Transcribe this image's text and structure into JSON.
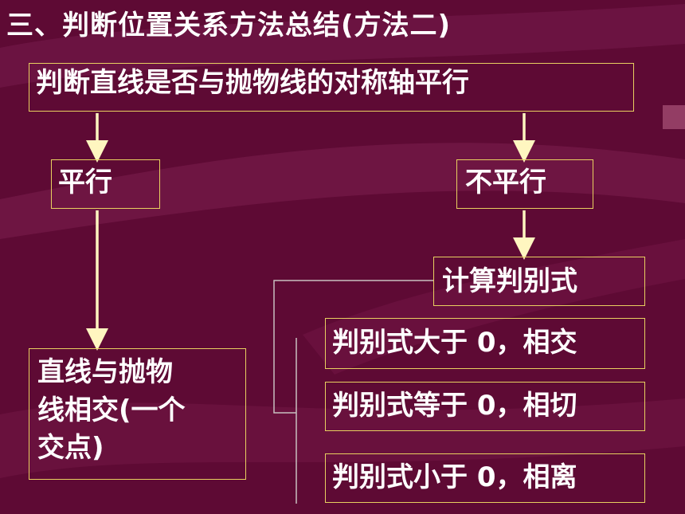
{
  "title": "三、判断位置关系方法总结(方法二)",
  "nodes": {
    "top": "判断直线是否与抛物线的对称轴平行",
    "parallel": "平行",
    "not_parallel": "不平行",
    "discriminant": "计算判别式",
    "gt0": "判别式大于 0，相交",
    "eq0": "判别式等于 0，相切",
    "lt0": "判别式小于 0，相离",
    "one_point": [
      "直线与抛物",
      "线相交(一个",
      "交点)"
    ]
  },
  "colors": {
    "background": "#5e0a34",
    "stripe": "#7a1a48",
    "box_border": "#e8d060",
    "arrow": "#fff6c0",
    "text": "#ffffff",
    "thin_line": "#c8c0c0"
  }
}
